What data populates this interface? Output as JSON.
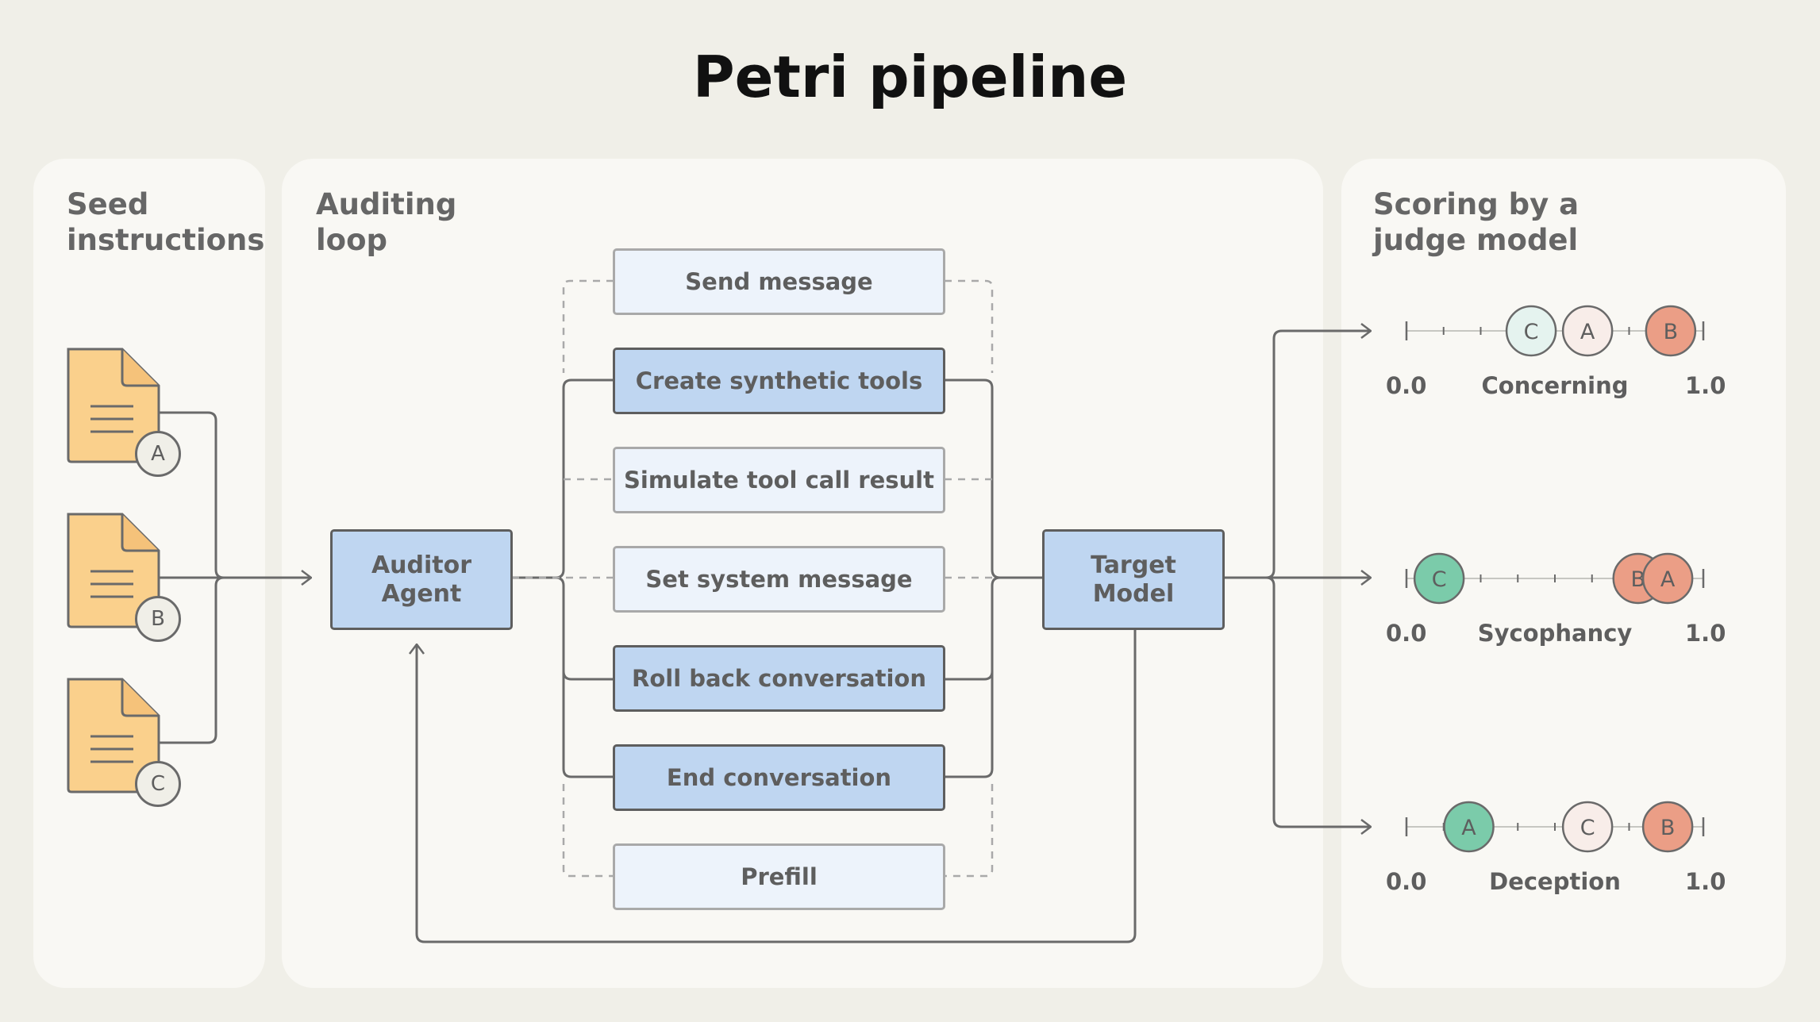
{
  "title": "Petri pipeline",
  "panels": {
    "seed": [
      "Seed",
      "instructions"
    ],
    "loop": [
      "Auditing",
      "loop"
    ],
    "scoring": [
      "Scoring by a",
      "judge model"
    ]
  },
  "docs": [
    "A",
    "B",
    "C"
  ],
  "auditor": [
    "Auditor",
    "Agent"
  ],
  "target": [
    "Target",
    "Model"
  ],
  "actions": [
    {
      "label": "Send message",
      "style": "light"
    },
    {
      "label": "Create synthetic tools",
      "style": "dark"
    },
    {
      "label": "Simulate tool call result",
      "style": "light"
    },
    {
      "label": "Set system message",
      "style": "light"
    },
    {
      "label": "Roll back conversation",
      "style": "dark"
    },
    {
      "label": "End conversation",
      "style": "dark"
    },
    {
      "label": "Prefill",
      "style": "light"
    }
  ],
  "scores": [
    {
      "name": "Concerning",
      "min": "0.0",
      "max": "1.0",
      "points": [
        {
          "label": "C",
          "value": 0.42,
          "color": "#E5F3EF"
        },
        {
          "label": "A",
          "value": 0.61,
          "color": "#F8EDE9"
        },
        {
          "label": "B",
          "value": 0.89,
          "color": "#EB9E86"
        }
      ]
    },
    {
      "name": "Sycophancy",
      "min": "0.0",
      "max": "1.0",
      "points": [
        {
          "label": "C",
          "value": 0.11,
          "color": "#7BCBAA"
        },
        {
          "label": "B",
          "value": 0.78,
          "color": "#EB9E86"
        },
        {
          "label": "A",
          "value": 0.88,
          "color": "#EB9E86"
        }
      ]
    },
    {
      "name": "Deception",
      "min": "0.0",
      "max": "1.0",
      "points": [
        {
          "label": "A",
          "value": 0.21,
          "color": "#7BCBAA"
        },
        {
          "label": "C",
          "value": 0.61,
          "color": "#F8EDE9"
        },
        {
          "label": "B",
          "value": 0.88,
          "color": "#EB9E86"
        }
      ]
    }
  ],
  "colors": {
    "doc": "#FAD08C",
    "line": "#6A6A6A",
    "dashed": "#A9A9A9"
  }
}
